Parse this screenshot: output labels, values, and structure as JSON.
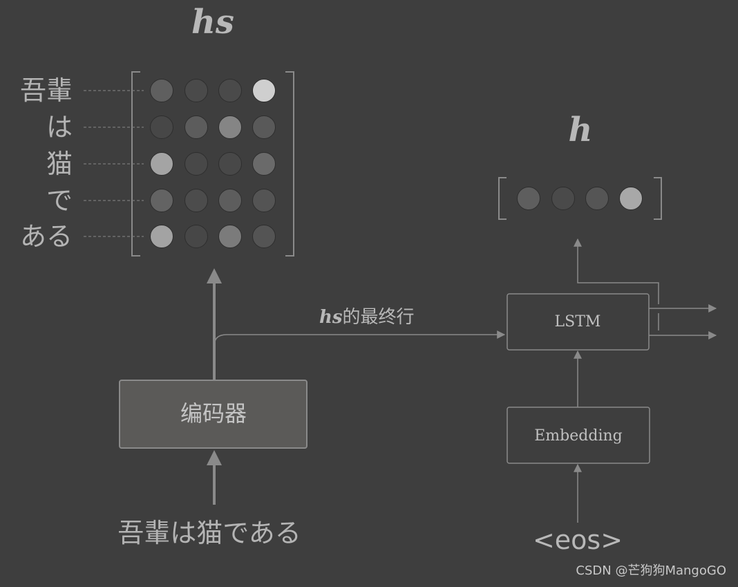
{
  "hs_title": "hs",
  "h_title": "h",
  "words": [
    "吾輩",
    "は",
    "猫",
    "で",
    "ある"
  ],
  "hs_matrix": [
    [
      "#5f5f5f",
      "#4a4a4a",
      "#4a4a4a",
      "#cfcfcf"
    ],
    [
      "#474747",
      "#5c5c5c",
      "#858585",
      "#595959"
    ],
    [
      "#a4a4a4",
      "#484848",
      "#484848",
      "#6a6a6a"
    ],
    [
      "#636363",
      "#4c4c4c",
      "#5d5d5d",
      "#545454"
    ],
    [
      "#a3a3a3",
      "#474747",
      "#7b7b7b",
      "#545454"
    ]
  ],
  "h_vector": [
    "#5e5e5e",
    "#4a4a4a",
    "#555555",
    "#a8a8a8"
  ],
  "encoder_label": "编码器",
  "input_sentence": "吾輩は猫である",
  "hs_last_row_label_math": "hs",
  "hs_last_row_label_text": "的最终行",
  "lstm_label": "LSTM",
  "embedding_label": "Embedding",
  "eos_label": "<eos>",
  "watermark": "CSDN @芒狗狗MangoGO",
  "colors": {
    "background": "#3e3e3e",
    "line": "#8a8a8a",
    "text": "#b4b4b4",
    "encoder_fill": "#5b5a58"
  }
}
